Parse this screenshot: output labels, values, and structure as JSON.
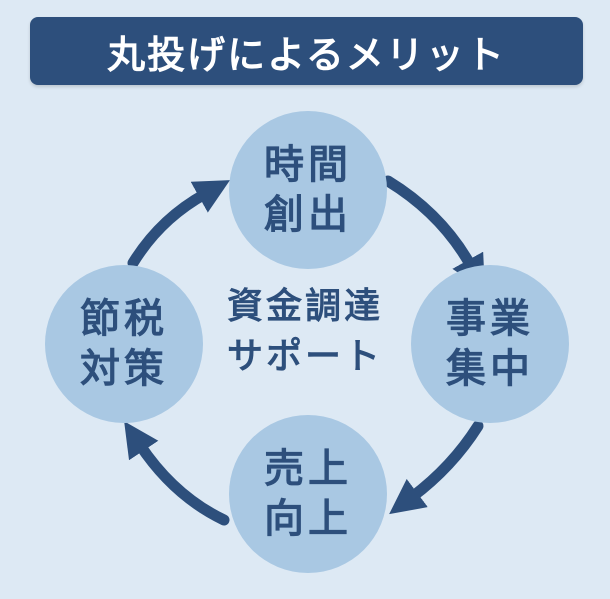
{
  "title": "丸投げによるメリット",
  "cycle": {
    "top": {
      "line1": "時間",
      "line2": "創出"
    },
    "right": {
      "line1": "事業",
      "line2": "集中"
    },
    "bottom": {
      "line1": "売上",
      "line2": "向上"
    },
    "left": {
      "line1": "節税",
      "line2": "対策"
    }
  },
  "center": {
    "line1": "資金調達",
    "line2": "サポート"
  },
  "colors": {
    "background": "#dde9f4",
    "title_bar": "#2d4f7c",
    "circle": "#a9c8e3",
    "text": "#2d4f7c",
    "arrow": "#2d4f7c"
  }
}
